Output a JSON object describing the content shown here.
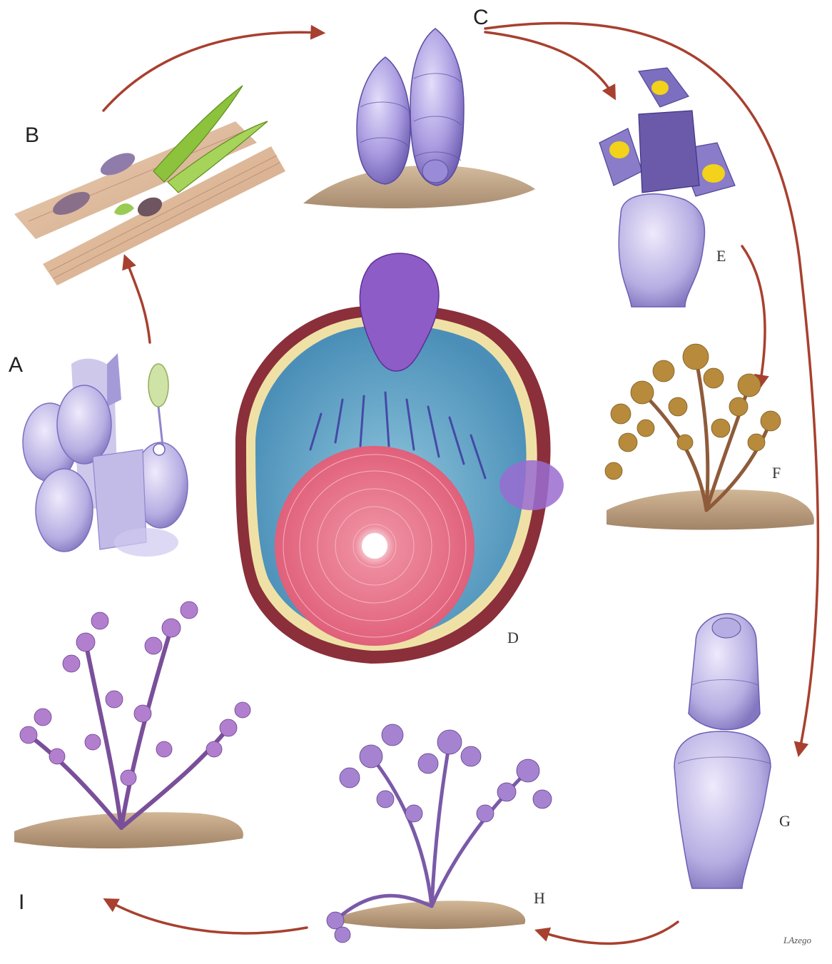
{
  "diagram": {
    "stages": [
      {
        "id": "A",
        "label": "A"
      },
      {
        "id": "B",
        "label": "B"
      },
      {
        "id": "C",
        "label": "C"
      },
      {
        "id": "D",
        "label": "D"
      },
      {
        "id": "E",
        "label": "E"
      },
      {
        "id": "F",
        "label": "F"
      },
      {
        "id": "G",
        "label": "G"
      },
      {
        "id": "H",
        "label": "H"
      },
      {
        "id": "I",
        "label": "I"
      }
    ],
    "cycle_edges": [
      {
        "from": "A",
        "to": "B"
      },
      {
        "from": "B",
        "to": "C"
      },
      {
        "from": "C",
        "to": "E"
      },
      {
        "from": "C",
        "to": "G"
      },
      {
        "from": "E",
        "to": "F"
      },
      {
        "from": "G",
        "to": "H"
      },
      {
        "from": "H",
        "to": "I"
      }
    ],
    "signature": "LAzego"
  },
  "colors": {
    "arrow": "#a8402f",
    "fungal_purple": "#8f7fd0",
    "xylem_pink": "#e86f86",
    "cortex_blue": "#5fa6c9",
    "bark_brown": "#8e5b3a",
    "pollen_yellow": "#f2d21a",
    "leaf_green": "#8cc23c"
  }
}
